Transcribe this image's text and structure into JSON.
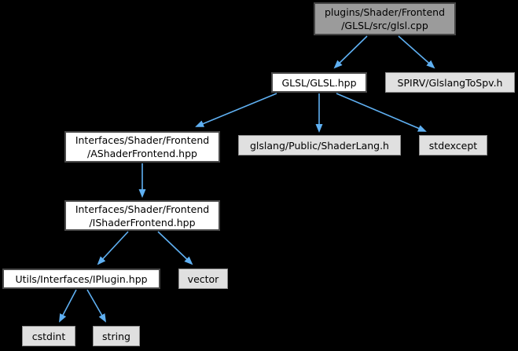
{
  "diagram": {
    "kind": "doxygen-include-dependency-graph",
    "colors": {
      "background": "#000000",
      "edge": "#5fb0f2",
      "current_node_fill": "#9b9b9b",
      "internal_node_fill": "#ffffff",
      "external_node_fill": "#e0e0e0",
      "text": "#000000"
    },
    "nodes": {
      "glsl_cpp": {
        "label": "plugins/Shader/Frontend\n/GLSL/src/glsl.cpp",
        "kind": "current"
      },
      "glsl_hpp": {
        "label": "GLSL/GLSL.hpp",
        "kind": "internal"
      },
      "spirv": {
        "label": "SPIRV/GlslangToSpv.h",
        "kind": "external"
      },
      "ashader": {
        "label": "Interfaces/Shader/Frontend\n/AShaderFrontend.hpp",
        "kind": "internal"
      },
      "shaderlang": {
        "label": "glslang/Public/ShaderLang.h",
        "kind": "external"
      },
      "stdexcept": {
        "label": "stdexcept",
        "kind": "external"
      },
      "ishader": {
        "label": "Interfaces/Shader/Frontend\n/IShaderFrontend.hpp",
        "kind": "internal"
      },
      "iplugin": {
        "label": "Utils/Interfaces/IPlugin.hpp",
        "kind": "internal"
      },
      "vector": {
        "label": "vector",
        "kind": "external"
      },
      "cstdint": {
        "label": "cstdint",
        "kind": "external"
      },
      "string": {
        "label": "string",
        "kind": "external"
      }
    },
    "edges": [
      {
        "from": "glsl_cpp",
        "to": "glsl_hpp"
      },
      {
        "from": "glsl_cpp",
        "to": "spirv"
      },
      {
        "from": "glsl_hpp",
        "to": "ashader"
      },
      {
        "from": "glsl_hpp",
        "to": "shaderlang"
      },
      {
        "from": "glsl_hpp",
        "to": "stdexcept"
      },
      {
        "from": "ashader",
        "to": "ishader"
      },
      {
        "from": "ishader",
        "to": "iplugin"
      },
      {
        "from": "ishader",
        "to": "vector"
      },
      {
        "from": "iplugin",
        "to": "cstdint"
      },
      {
        "from": "iplugin",
        "to": "string"
      }
    ]
  }
}
